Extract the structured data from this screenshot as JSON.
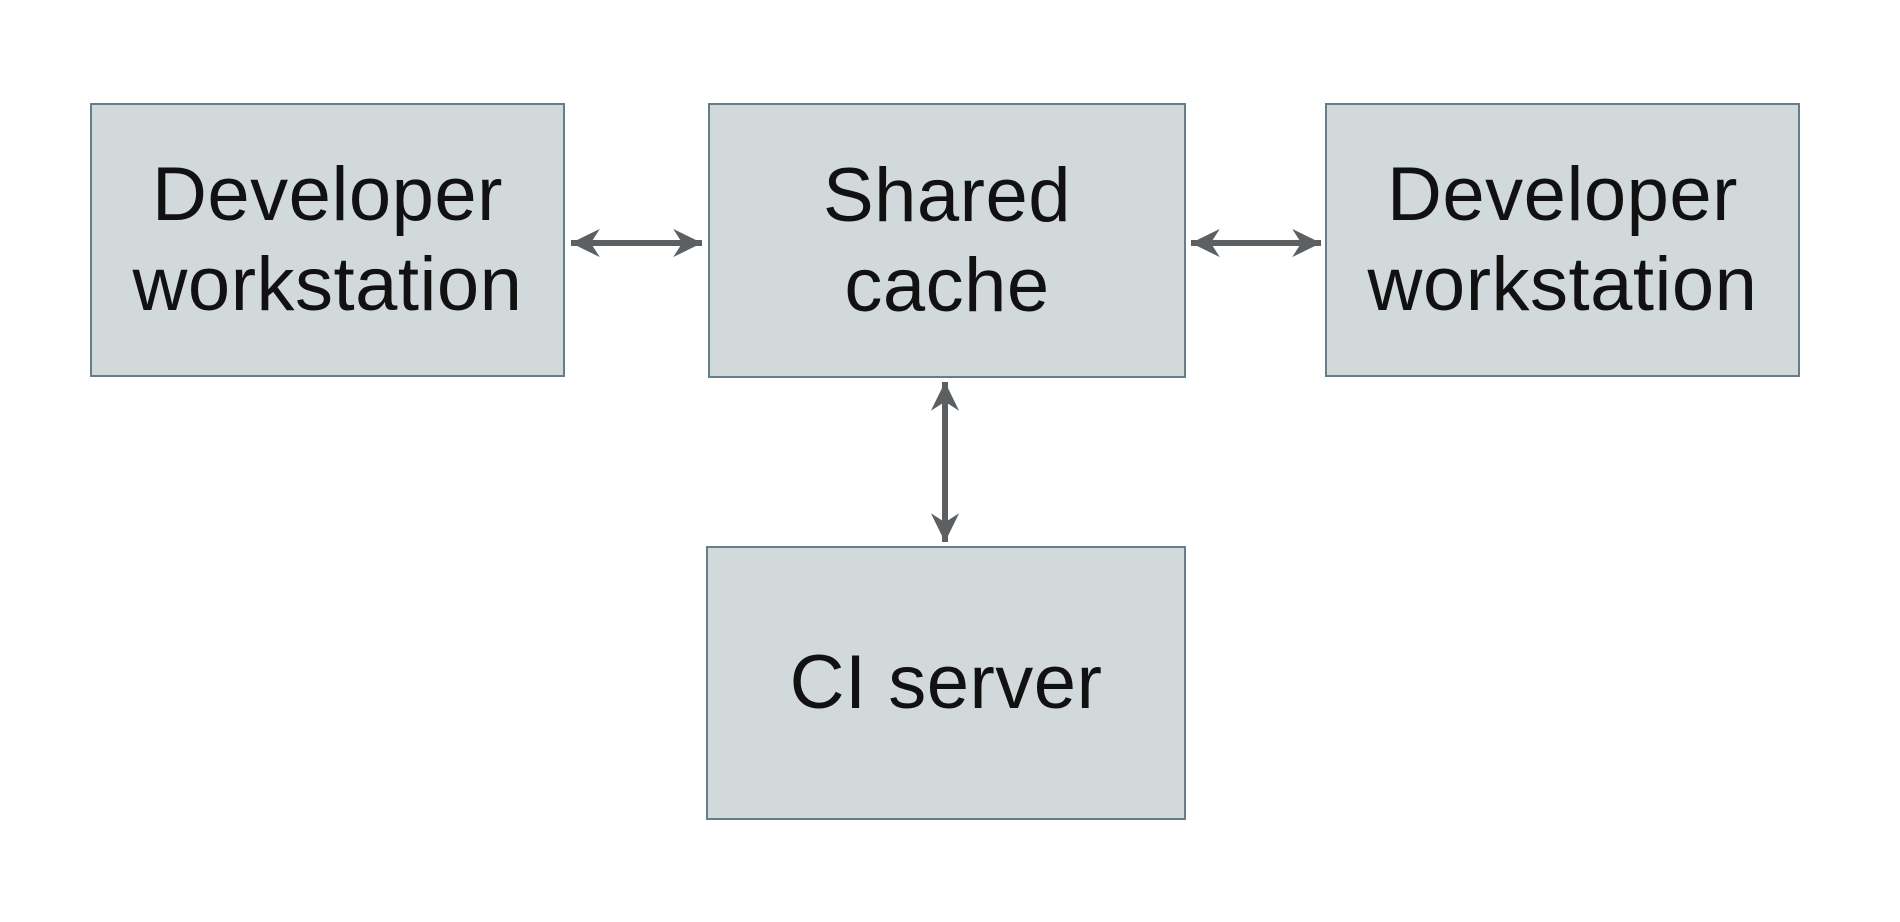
{
  "diagram": {
    "colors": {
      "background": "#ffffff",
      "node-fill": "#d2d9da",
      "node-border": "#657e8a",
      "arrow": "#5c6063",
      "text": "#111111"
    },
    "nodes": [
      {
        "id": "developer-workstation-left",
        "label": "Developer\nworkstation"
      },
      {
        "id": "shared-cache",
        "label": "Shared\ncache"
      },
      {
        "id": "developer-workstation-right",
        "label": "Developer\nworkstation"
      },
      {
        "id": "ci-server",
        "label": "CI server"
      }
    ],
    "edges": [
      {
        "from": "developer-workstation-left",
        "to": "shared-cache",
        "direction": "bidirectional"
      },
      {
        "from": "shared-cache",
        "to": "developer-workstation-right",
        "direction": "bidirectional"
      },
      {
        "from": "shared-cache",
        "to": "ci-server",
        "direction": "bidirectional"
      }
    ]
  }
}
